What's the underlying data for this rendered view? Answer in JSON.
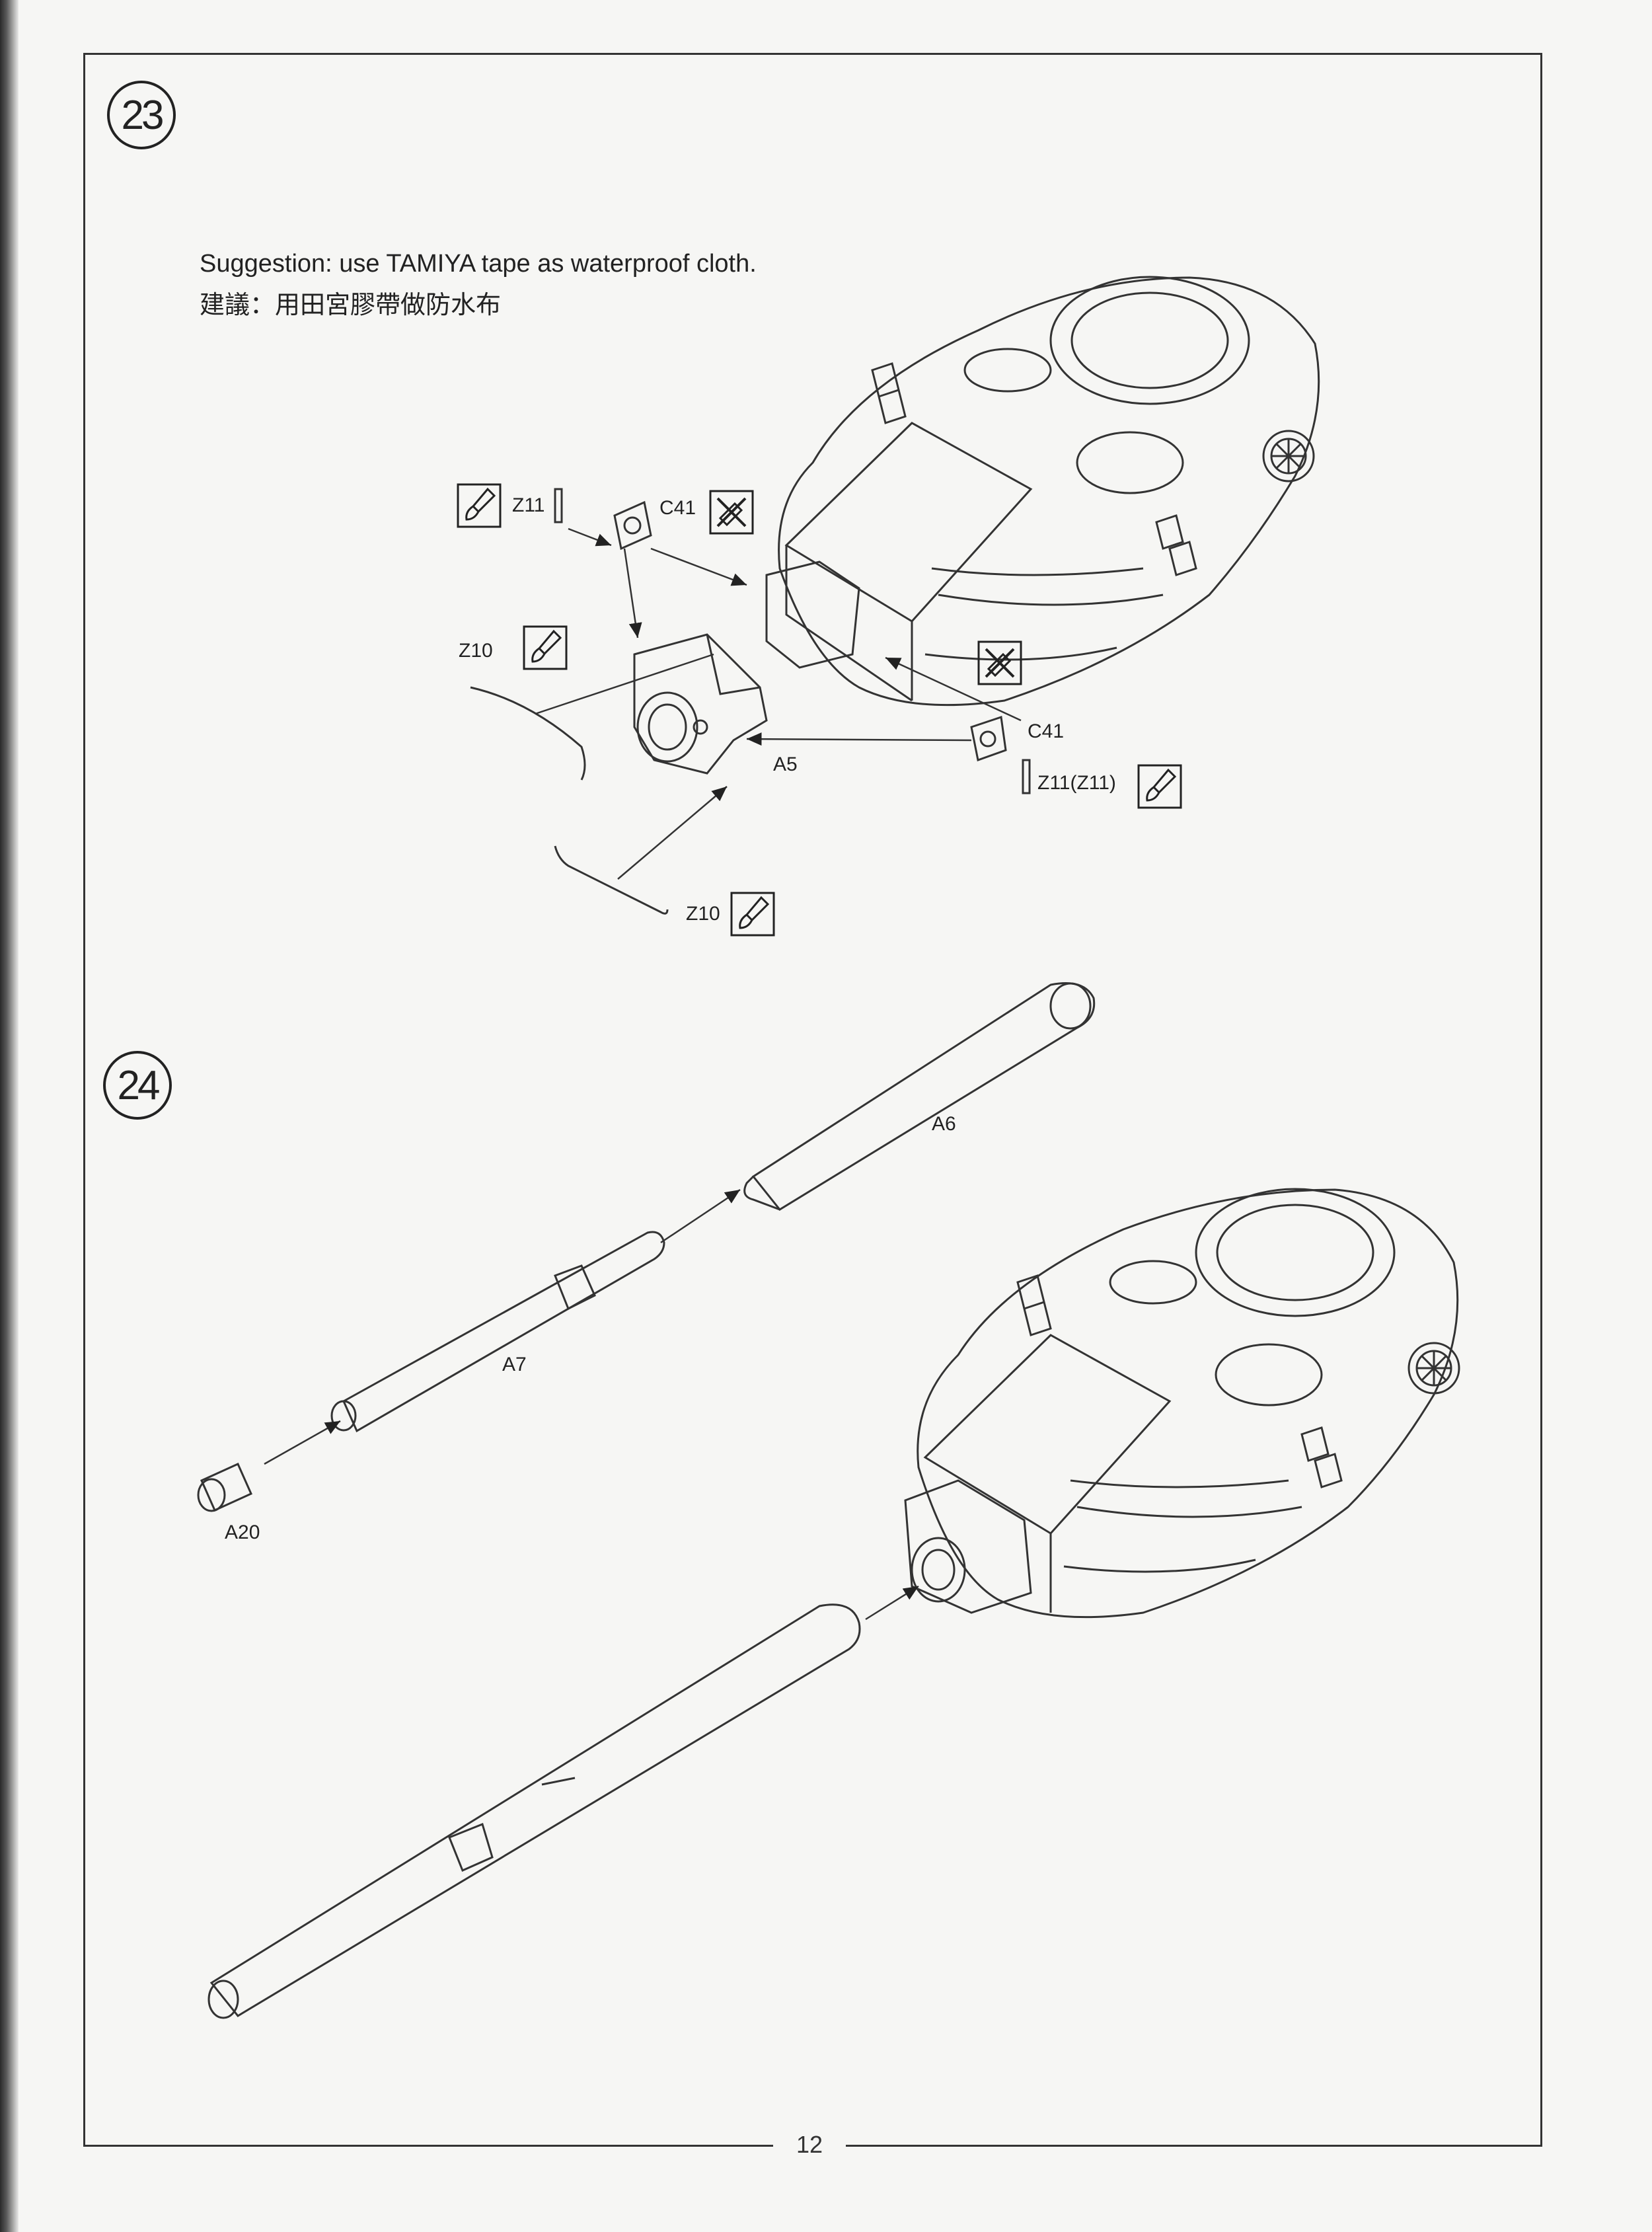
{
  "page": {
    "number": "12"
  },
  "step23": {
    "number": "23",
    "note_en": "Suggestion: use TAMIYA  tape as waterproof cloth.",
    "note_zh": "建議：用田宮膠帶做防水布",
    "labels": {
      "z11_top": "Z11",
      "c41_top": "C41",
      "z10_left": "Z10",
      "a5": "A5",
      "c41_right": "C41",
      "z11_right": "Z11(Z11)",
      "z10_bottom": "Z10"
    }
  },
  "step24": {
    "number": "24",
    "labels": {
      "a6": "A6",
      "a7": "A7",
      "a20": "A20"
    }
  },
  "icons": {
    "paint_brush": "paint-brush-icon",
    "no_glue": "no-glue-icon"
  }
}
